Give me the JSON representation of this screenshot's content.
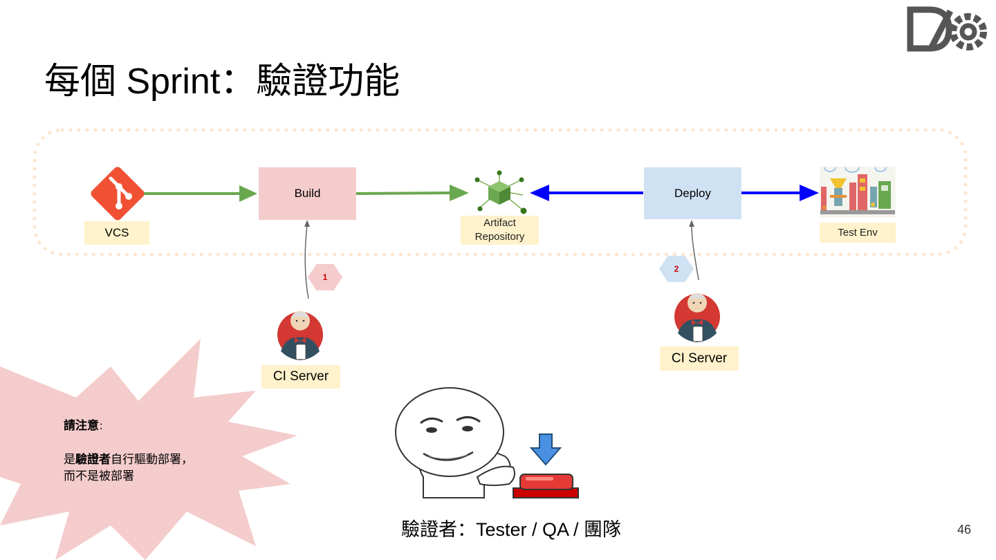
{
  "slide": {
    "title": "每個 Sprint：驗證功能",
    "page_number": "46"
  },
  "pipeline": {
    "vcs_label": "VCS",
    "build_label": "Build",
    "artifact_label_line1": "Artifact",
    "artifact_label_line2": "Repository",
    "deploy_label": "Deploy",
    "testenv_label": "Test Env"
  },
  "ci_servers": [
    {
      "label": "CI Server",
      "step": "1"
    },
    {
      "label": "CI Server",
      "step": "2"
    }
  ],
  "note": {
    "heading": "請注意",
    "heading_suffix": "：",
    "line1_prefix": "是",
    "line1_bold": "驗證者",
    "line1_suffix": "自行驅動部署，",
    "line2": "而不是被部署"
  },
  "caption": "驗證者：Tester / QA / 團隊",
  "colors": {
    "build_box": "#f4cccc",
    "deploy_box": "#cfe2f3",
    "label_box": "#fff2cc",
    "green_arrow": "#6aa84f",
    "blue_arrow": "#0000ff",
    "burst": "#f4cccc",
    "dotted_border": "#fce5cd",
    "hex1": "#f4cccc",
    "hex2": "#cfe2f3",
    "git_logo": "#f05133"
  },
  "icons": [
    "git-logo-icon",
    "artifact-cube-icon",
    "factory-icon",
    "jenkins-butler-icon",
    "devops-logo-icon",
    "meme-face-icon",
    "red-button-icon",
    "down-arrow-icon"
  ]
}
